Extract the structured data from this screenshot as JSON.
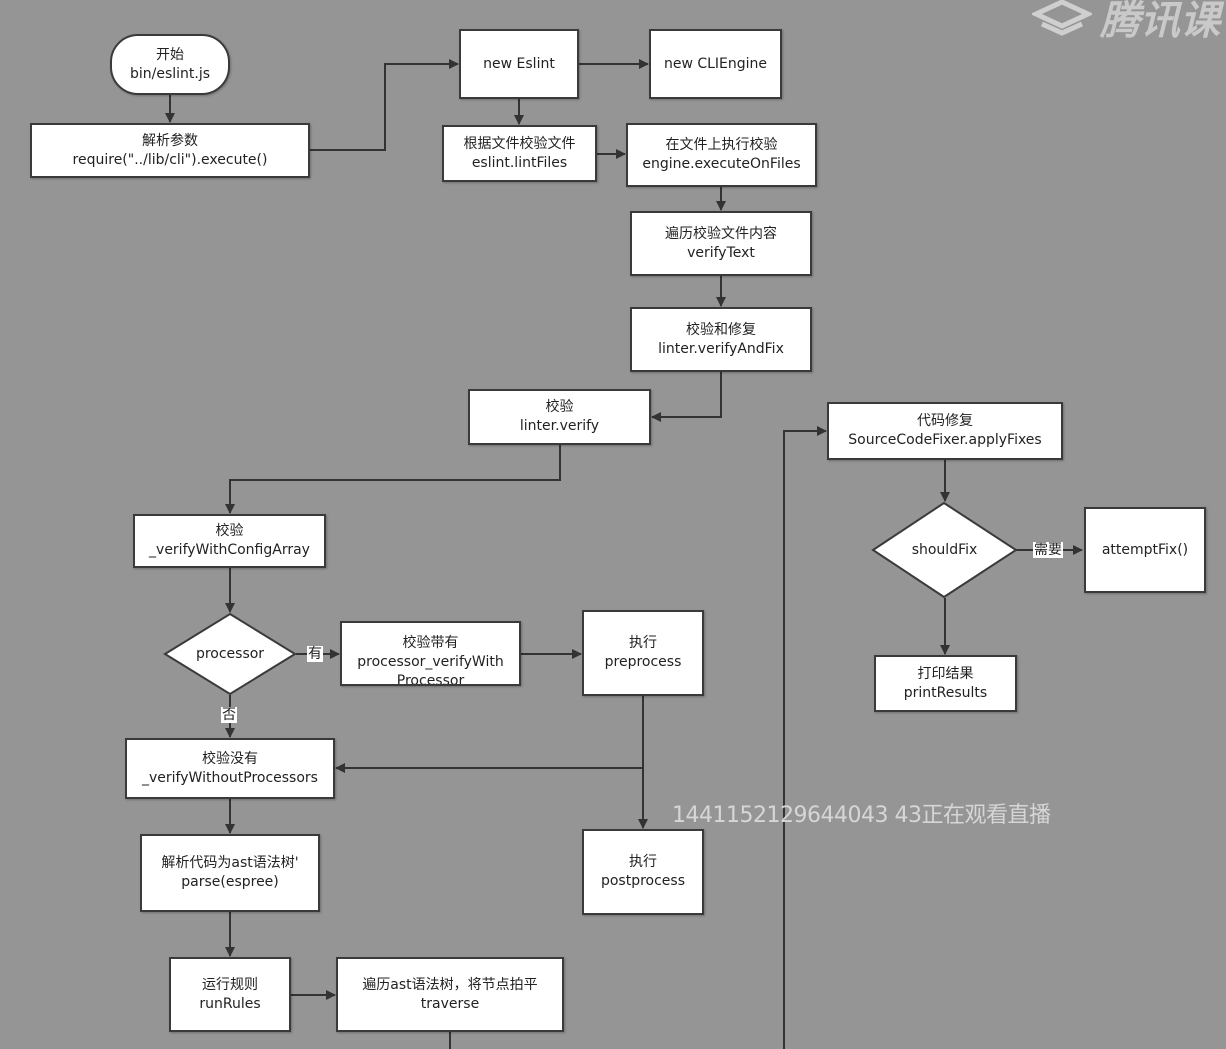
{
  "brand": {
    "logo_icon": "tencent-classroom-logo-icon",
    "text": "腾讯课"
  },
  "watermark": "1441152129644043 43正在观看直播",
  "nodes": {
    "start": {
      "line1": "开始",
      "line2": "bin/eslint.js"
    },
    "parse_args": {
      "line1": "解析参数",
      "line2": "require(\"../lib/cli\").execute()"
    },
    "new_eslint": {
      "line1": "new Eslint"
    },
    "new_cliengine": {
      "line1": "new CLIEngine"
    },
    "lint_files": {
      "line1": "根据文件校验文件",
      "line2": "eslint.lintFiles"
    },
    "execute_on_files": {
      "line1": "在文件上执行校验",
      "line2": "engine.executeOnFiles"
    },
    "verify_text": {
      "line1": "遍历校验文件内容",
      "line2": "verifyText"
    },
    "verify_and_fix": {
      "line1": "校验和修复",
      "line2": "linter.verifyAndFix"
    },
    "linter_verify": {
      "line1": "校验",
      "line2": "linter.verify"
    },
    "verify_config": {
      "line1": "校验",
      "line2": "_verifyWithConfigArray"
    },
    "processor": {
      "line1": "processor"
    },
    "verify_with_processor": {
      "line1": "校验带有",
      "line2": "processor_verifyWith",
      "line3": "Processor"
    },
    "preprocess": {
      "line1": "执行",
      "line2": "preprocess"
    },
    "verify_without": {
      "line1": "校验没有",
      "line2": "_verifyWithoutProcessors"
    },
    "postprocess": {
      "line1": "执行",
      "line2": "postprocess"
    },
    "parse_ast": {
      "line1": "解析代码为ast语法树'",
      "line2": "parse(espree)"
    },
    "run_rules": {
      "line1": "运行规则",
      "line2": "runRules"
    },
    "traverse": {
      "line1": "遍历ast语法树，将节点拍平",
      "line2": "traverse"
    },
    "apply_fixes": {
      "line1": "代码修复",
      "line2": "SourceCodeFixer.applyFixes"
    },
    "should_fix": {
      "line1": "shouldFix"
    },
    "attempt_fix": {
      "line1": "attemptFix()"
    },
    "print_results": {
      "line1": "打印结果",
      "line2": "printResults"
    }
  },
  "edge_labels": {
    "processor_yes": "有",
    "processor_no": "否",
    "shouldfix_yes": "需要"
  },
  "colors": {
    "background": "#959595",
    "node_fill": "#ffffff",
    "node_border": "#3a3a3a",
    "connector": "#333333",
    "watermark": "#d6d6d6"
  }
}
